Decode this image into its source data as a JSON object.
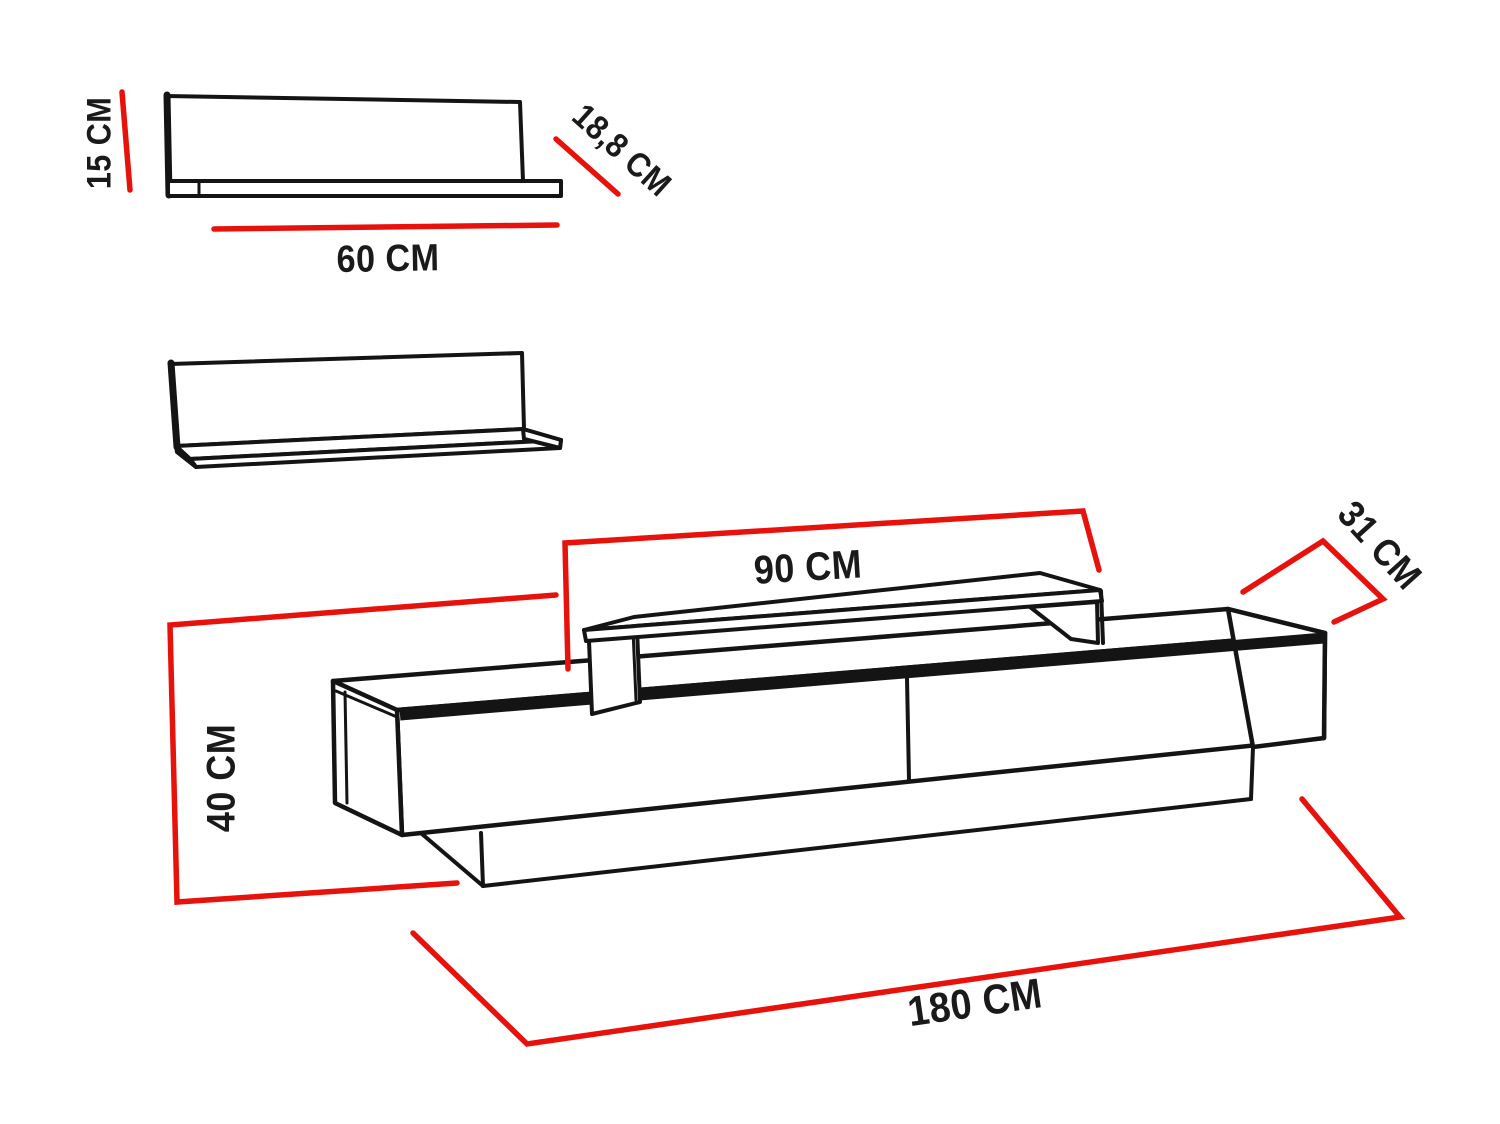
{
  "diagram": {
    "colors": {
      "background": "#ffffff",
      "outline": "#141414",
      "dimension": "#e8120d",
      "label_text": "#1a1a1a"
    },
    "wall_shelf": {
      "height_label": "15 CM",
      "width_label": "60 CM",
      "depth_label": "18,8 CM"
    },
    "tv_stand": {
      "top_shelf_width_label": "90 CM",
      "height_label": "40 CM",
      "depth_label": "31 CM",
      "width_label": "180 CM"
    }
  }
}
